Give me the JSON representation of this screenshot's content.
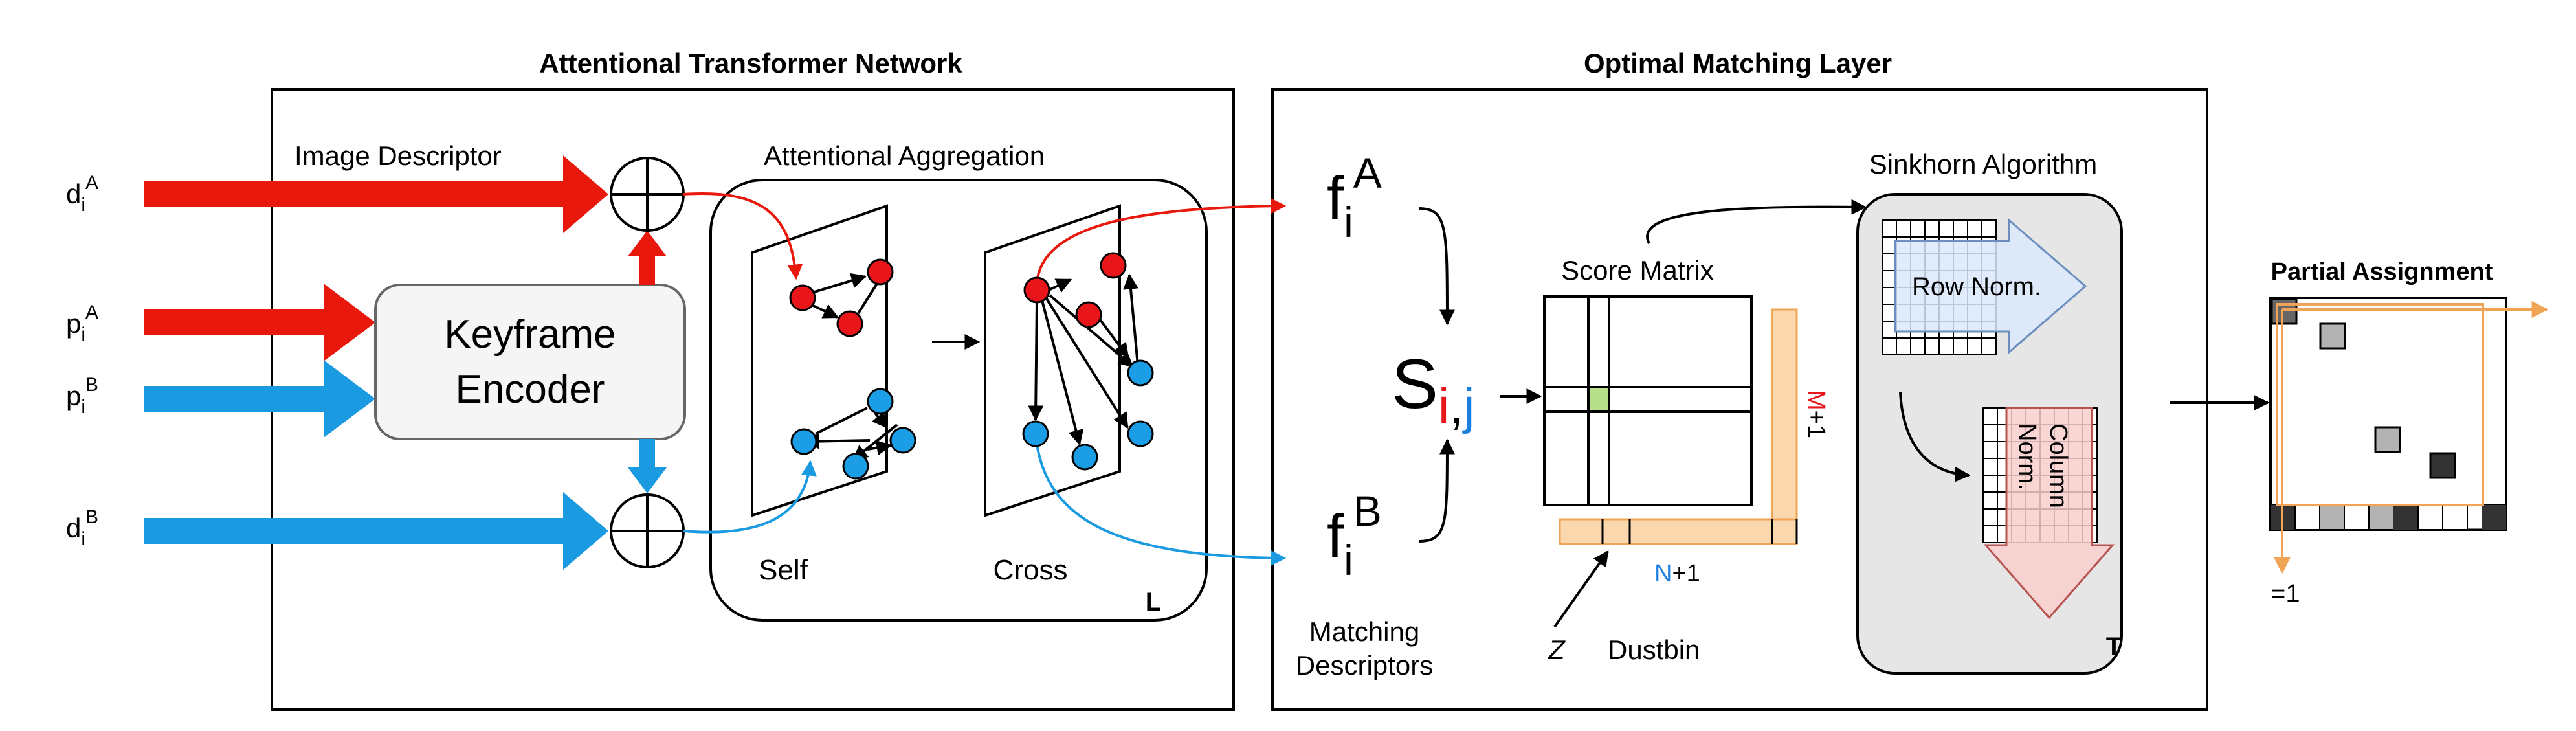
{
  "titles": {
    "transformer": "Attentional Transformer Network",
    "matching": "Optimal Matching Layer"
  },
  "inputs": {
    "dA": {
      "base": "d",
      "sub": "i",
      "sup": "A"
    },
    "pA": {
      "base": "p",
      "sub": "i",
      "sup": "A"
    },
    "pB": {
      "base": "p",
      "sub": "i",
      "sup": "B"
    },
    "dB": {
      "base": "d",
      "sub": "i",
      "sup": "B"
    }
  },
  "labels": {
    "image_descriptor": "Image Descriptor",
    "keyframe_line1": "Keyframe",
    "keyframe_line2": "Encoder",
    "attentional_aggregation": "Attentional Aggregation",
    "self": "Self",
    "cross": "Cross",
    "layer_L": "L",
    "matching_line1": "Matching",
    "matching_line2": "Descriptors",
    "score_matrix": "Score Matrix",
    "dustbin": "Dustbin",
    "z": "Z",
    "sinkhorn": "Sinkhorn Algorithm",
    "row_norm": "Row Norm.",
    "column_norm_1": "Column",
    "column_norm_2": "Norm.",
    "iter_T": "T",
    "partial_assignment": "Partial Assignment",
    "eq_one": "=1"
  },
  "features": {
    "fA": {
      "base": "f",
      "sub": "i",
      "sup": "A"
    },
    "fB": {
      "base": "f",
      "sub": "i",
      "sup": "B"
    }
  },
  "score": {
    "base": "S",
    "sub_i": "i",
    "comma": ",",
    "sub_j": "j"
  },
  "dims": {
    "m": "M",
    "m_plus": "+1",
    "n": "N",
    "n_plus": "+1"
  },
  "colors": {
    "red": "#e8180c",
    "blue": "#1a9ae0",
    "node_red": "#e8161b",
    "node_blue": "#1b9ee6",
    "orange_fill": "#fad7ac",
    "orange_stroke": "#f0a455",
    "green": "#b8e08a",
    "sinkhorn_bg": "#e6e6e6",
    "row_arrow": "#dae8fc",
    "col_arrow": "#f8cecc",
    "dark_cell": "#333333",
    "gray_cell": "#b3b3b3"
  }
}
